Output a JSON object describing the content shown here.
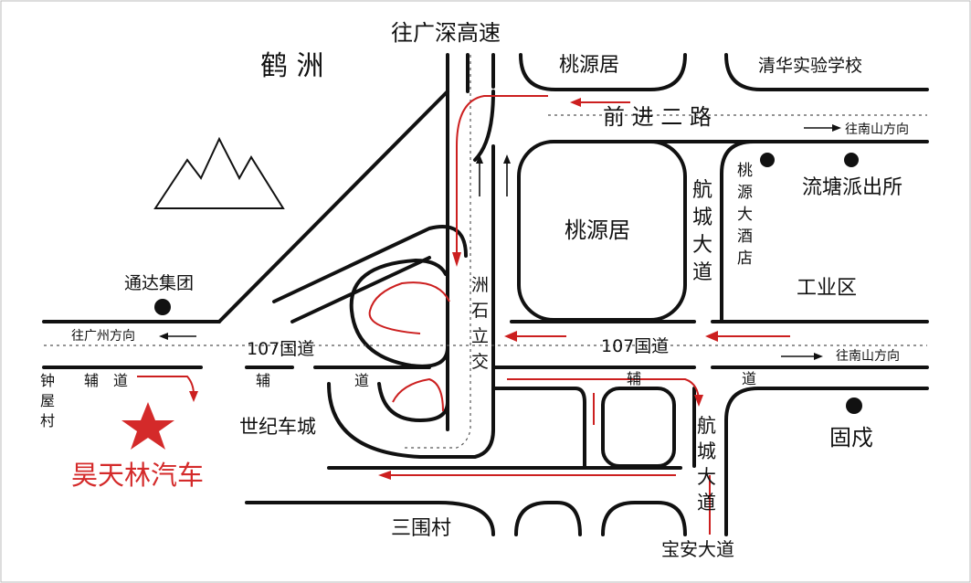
{
  "labels": {
    "hezhou": "鹤 洲",
    "to_guangshen": "往广深高速",
    "taoyuanju_top": "桃源居",
    "tsinghua": "清华实验学校",
    "qianjin": "前 进 二 路",
    "to_nanshan_top": "往南山方向",
    "taoyuan_hotel": [
      "桃",
      "源",
      "大",
      "酒",
      "店"
    ],
    "liutang_police": "流塘派出所",
    "hangcheng_top": [
      "航",
      "城",
      "大",
      "道"
    ],
    "taoyuanju_block": "桃源居",
    "industrial": "工业区",
    "tongda": "通达集团",
    "to_guangzhou": "往广州方向",
    "g107_left": "107国道",
    "g107_right": "107国道",
    "zhoushi": [
      "洲",
      "石",
      "立",
      "交"
    ],
    "to_nanshan_mid": "往南山方向",
    "zhongwu": [
      "钟",
      "屋",
      "村"
    ],
    "fu": "辅",
    "dao": "道",
    "shiji": "世纪车城",
    "guxu": "固戍",
    "hangcheng_bottom": [
      "航",
      "城",
      "大",
      "道"
    ],
    "brand": "昊天林汽车",
    "sanwei": "三围村",
    "baoan": "宝安大道"
  },
  "colors": {
    "road": "#111111",
    "route": "#cc1f1f",
    "brand": "#d42a2a"
  },
  "icons": [
    "mountain-icon",
    "star-icon",
    "location-dot-icon"
  ]
}
